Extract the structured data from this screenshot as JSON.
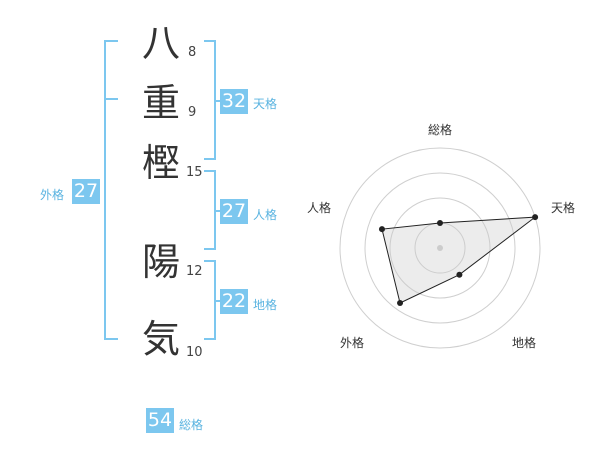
{
  "characters": [
    {
      "char": "八",
      "strokes": "8"
    },
    {
      "char": "重",
      "strokes": "9"
    },
    {
      "char": "樫",
      "strokes": "15"
    },
    {
      "char": "陽",
      "strokes": "12"
    },
    {
      "char": "気",
      "strokes": "10"
    }
  ],
  "fortune": {
    "tenkaku": {
      "value": "32",
      "label": "天格"
    },
    "jinkaku": {
      "value": "27",
      "label": "人格"
    },
    "chikaku": {
      "value": "22",
      "label": "地格"
    },
    "gaikaku": {
      "value": "27",
      "label": "外格"
    },
    "soukaku": {
      "value": "54",
      "label": "総格"
    }
  },
  "colors": {
    "accent": "#7cc7ef",
    "label": "#59b3e0",
    "text": "#333333"
  },
  "chart_data": {
    "type": "radar",
    "axes": [
      "総格",
      "天格",
      "地格",
      "外格",
      "人格"
    ],
    "values": [
      0.25,
      1.0,
      0.33,
      0.68,
      0.61
    ],
    "rings": 4
  }
}
